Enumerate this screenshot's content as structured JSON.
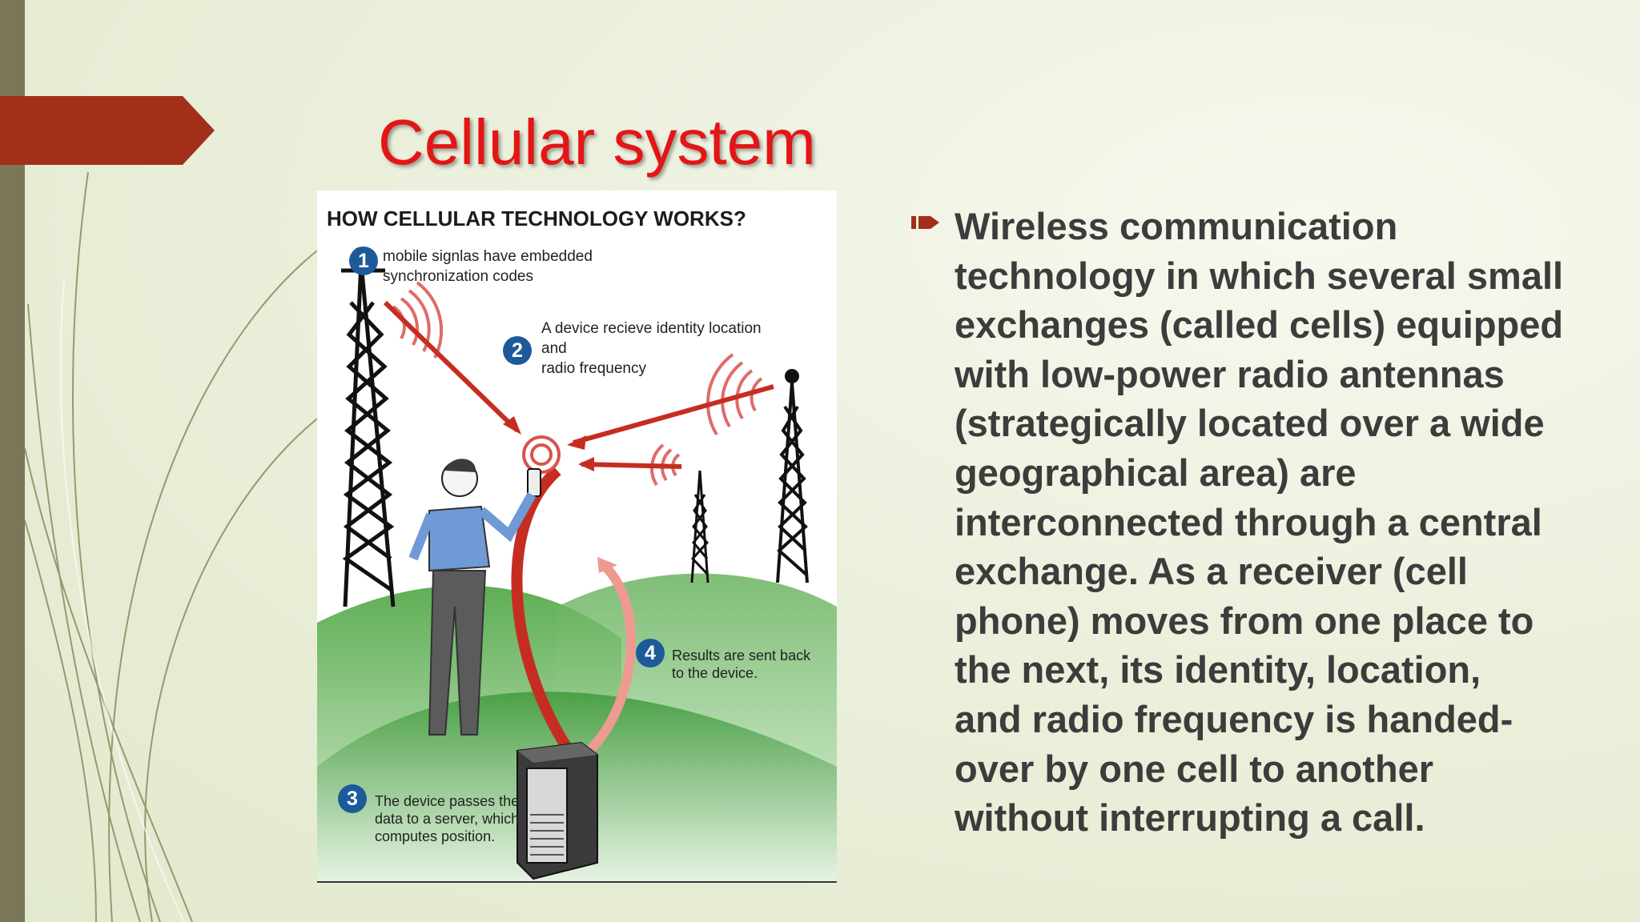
{
  "slide": {
    "title": "Cellular system",
    "colors": {
      "title": "#e41515",
      "arrow": "#a32f1a",
      "left_bar": "#7a7658",
      "body_text": "#3c3c3c",
      "step_badge": "#1d5a99"
    }
  },
  "infographic": {
    "heading": "HOW CELLULAR TECHNOLOGY WORKS?",
    "steps": [
      {
        "number": "1",
        "lines": [
          "mobile signlas have embedded",
          "synchronization codes"
        ]
      },
      {
        "number": "2",
        "lines": [
          "A device recieve identity location",
          "and",
          "radio frequency"
        ]
      },
      {
        "number": "3",
        "lines": [
          "The device passes the",
          "data to a server, which",
          "computes position."
        ]
      },
      {
        "number": "4",
        "lines": [
          "Results are sent back",
          "to the device."
        ]
      }
    ]
  },
  "bullet": {
    "icon": "arrow-bullet-icon",
    "lines": [
      "Wireless communication",
      "technology in which several small",
      "exchanges (called cells) equipped",
      "with low-power radio antennas",
      "(strategically located over a wide",
      "geographical area) are",
      "interconnected through a central",
      "exchange. As a receiver (cell",
      "phone) moves from one place to",
      "the next, its identity, location,",
      "and radio frequency is handed-",
      "over by one cell to another",
      "without interrupting a call."
    ]
  }
}
